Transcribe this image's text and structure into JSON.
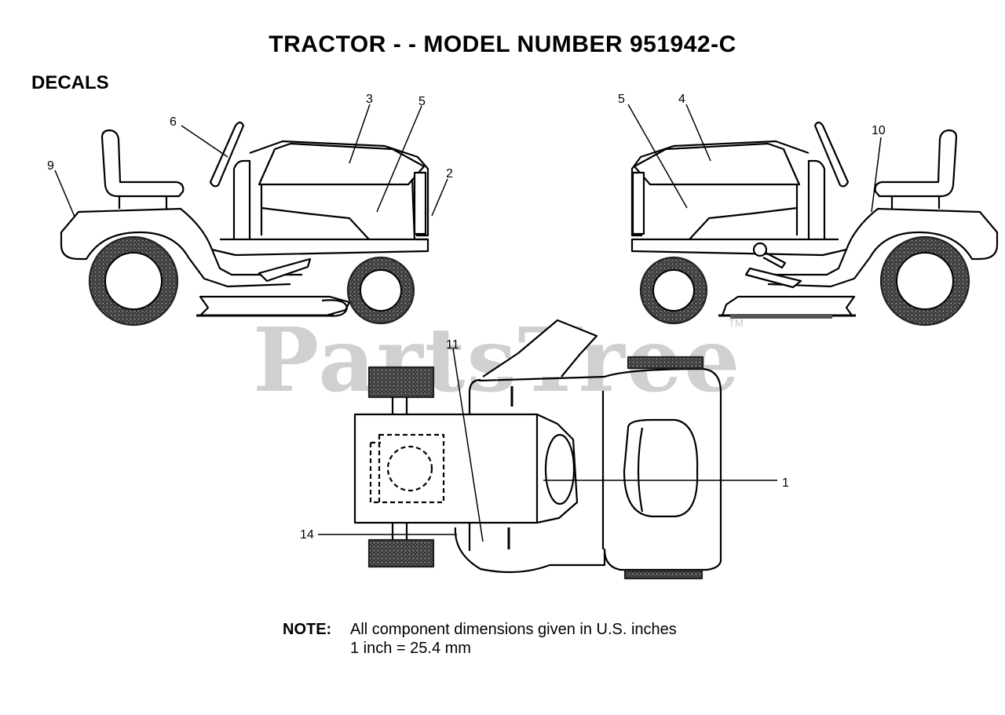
{
  "header": {
    "title": "TRACTOR - - MODEL NUMBER 951942-C",
    "section": "DECALS"
  },
  "watermark": {
    "text": "PartsTree",
    "tm": "TM"
  },
  "callouts": {
    "left_view": [
      "9",
      "6",
      "3",
      "5",
      "2"
    ],
    "right_view": [
      "5",
      "4",
      "10"
    ],
    "top_view": [
      "11",
      "1",
      "14"
    ]
  },
  "note": {
    "label": "NOTE:",
    "line1": "All component dimensions given in U.S. inches",
    "line2": "1 inch = 25.4 mm"
  }
}
